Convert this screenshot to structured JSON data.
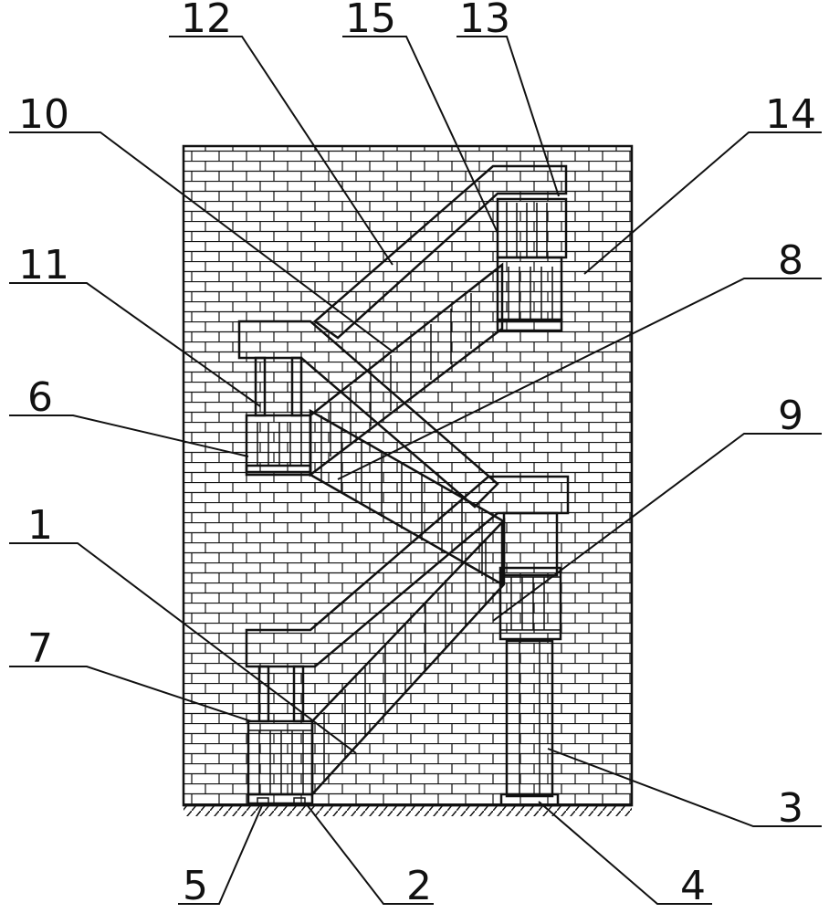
{
  "figure": {
    "colors": {
      "line": "#111111",
      "background": "#ffffff"
    },
    "callouts": [
      {
        "id": "12",
        "text": "12"
      },
      {
        "id": "15",
        "text": "15"
      },
      {
        "id": "13",
        "text": "13"
      },
      {
        "id": "10",
        "text": "10"
      },
      {
        "id": "14",
        "text": "14"
      },
      {
        "id": "11",
        "text": "11"
      },
      {
        "id": "8",
        "text": "8"
      },
      {
        "id": "6",
        "text": "6"
      },
      {
        "id": "9",
        "text": "9"
      },
      {
        "id": "1",
        "text": "1"
      },
      {
        "id": "7",
        "text": "7"
      },
      {
        "id": "3",
        "text": "3"
      },
      {
        "id": "5",
        "text": "5"
      },
      {
        "id": "2",
        "text": "2"
      },
      {
        "id": "4",
        "text": "4"
      }
    ]
  }
}
